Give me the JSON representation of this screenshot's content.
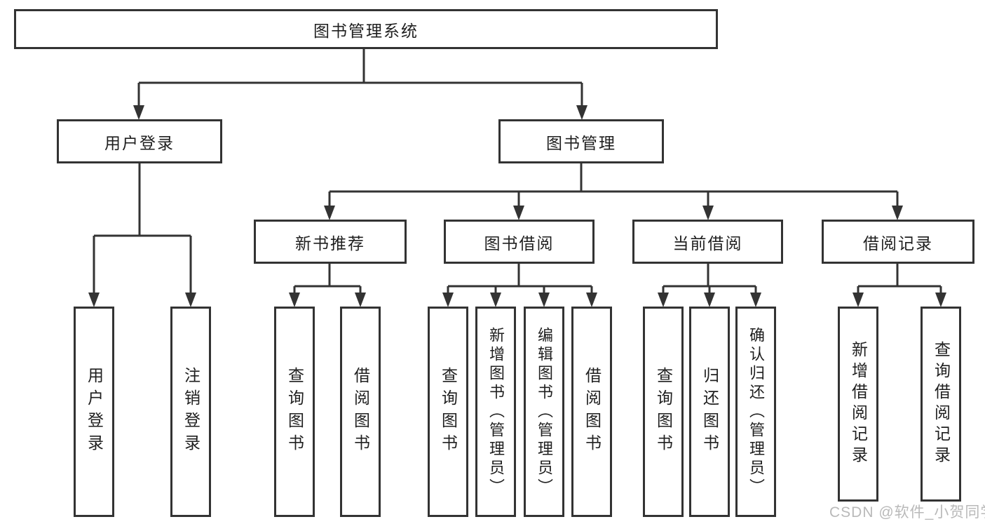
{
  "diagram": {
    "root": {
      "label": "图书管理系统"
    },
    "level2": {
      "user_login": {
        "label": "用户登录"
      },
      "book_mgmt": {
        "label": "图书管理"
      }
    },
    "level3": {
      "new_book_rec": {
        "label": "新书推荐"
      },
      "book_borrow": {
        "label": "图书借阅"
      },
      "current_borrow": {
        "label": "当前借阅"
      },
      "borrow_records": {
        "label": "借阅记录"
      }
    },
    "leaves": {
      "user_login_leaf": "用户登录",
      "logout_leaf": "注销登录",
      "newbook_query": "查询图书",
      "newbook_borrow": "借阅图书",
      "borrow_query": "查询图书",
      "borrow_add_admin": "新增图书（管理员）",
      "borrow_edit_admin": "编辑图书（管理员）",
      "borrow_borrow": "借阅图书",
      "current_query": "查询图书",
      "current_return": "归还图书",
      "current_confirm_admin": "确认归还（管理员）",
      "records_add": "新增借阅记录",
      "records_query": "查询借阅记录"
    }
  },
  "watermark": "CSDN @软件_小贺同学",
  "colors": {
    "line": "#333333",
    "text": "#1f1f1f",
    "watermark_text": "#b9b9b9",
    "background": "#ffffff"
  }
}
